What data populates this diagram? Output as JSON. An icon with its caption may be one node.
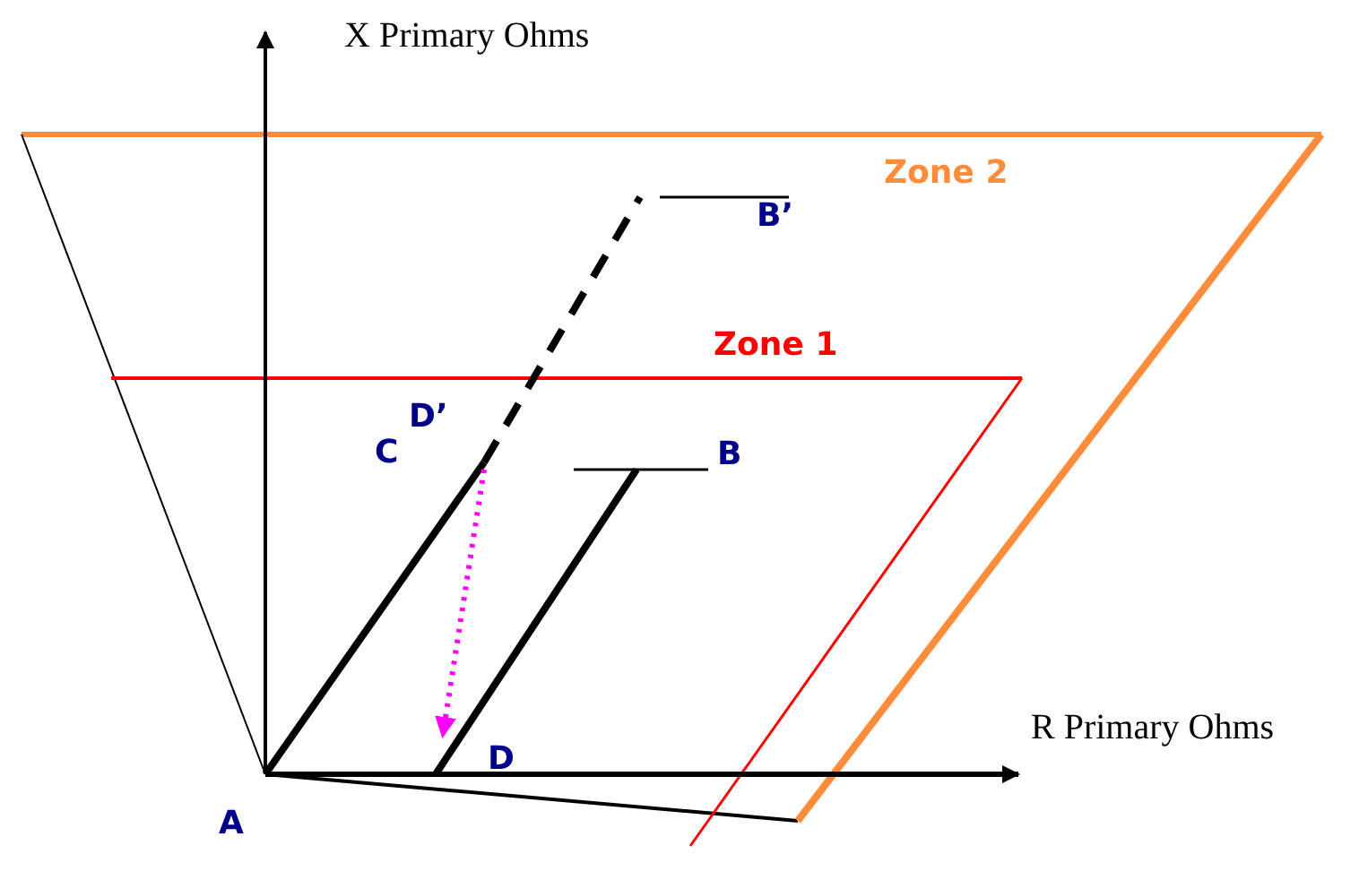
{
  "diagram": {
    "labels": [
      "X Primary Ohms",
      "Zone 2",
      "B’",
      "Zone 1",
      "C",
      "D’",
      "B",
      "R Primary Ohms",
      "D",
      "A"
    ]
  }
}
